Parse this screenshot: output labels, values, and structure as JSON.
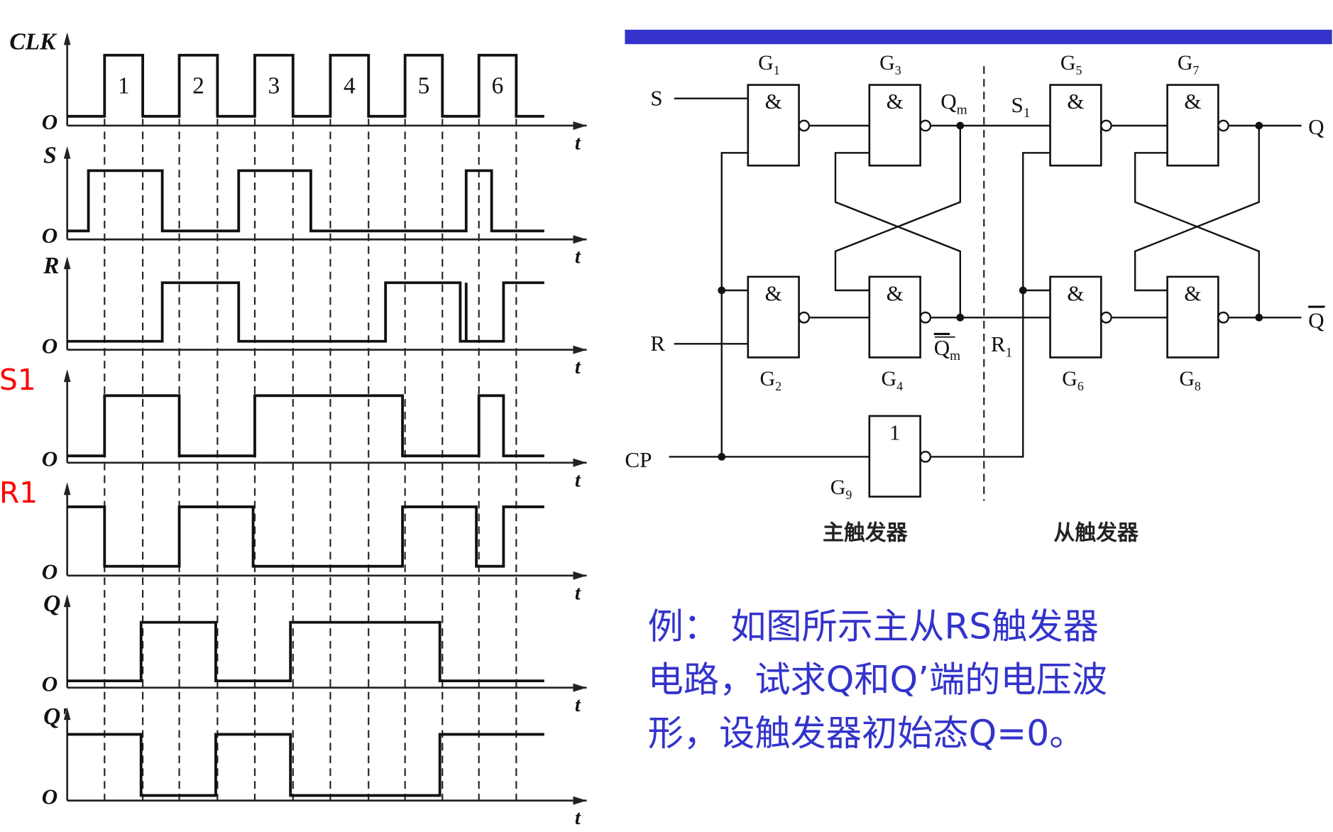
{
  "timing": {
    "clk_label": "CLK",
    "zero_label": "O",
    "t_label": "t",
    "pulse_numbers": [
      "1",
      "2",
      "3",
      "4",
      "5",
      "6"
    ],
    "end_time": 56.2,
    "signals": [
      {
        "name": "clk",
        "label": "CLK",
        "label_color": "#111111",
        "initial": 0,
        "transitions": [
          4.4,
          8.9,
          13.2,
          17.7,
          22.1,
          26.6,
          31.0,
          35.5,
          39.8,
          44.2,
          48.5,
          52.9
        ]
      },
      {
        "name": "s",
        "label": "S",
        "label_color": "#111111",
        "initial": 0,
        "transitions": [
          2.5,
          11.2,
          20.2,
          28.7,
          47.0,
          50.0
        ]
      },
      {
        "name": "r",
        "label": "R",
        "label_color": "#111111",
        "initial": 0,
        "transitions": [
          11.2,
          20.2,
          37.5,
          46.3,
          47.0,
          47.0,
          51.4
        ]
      },
      {
        "name": "s1",
        "label": "S1",
        "label_color": "#ff0000",
        "initial": 0,
        "transitions": [
          4.4,
          13.2,
          22.1,
          39.5,
          48.5,
          51.4
        ]
      },
      {
        "name": "r1",
        "label": "R1",
        "label_color": "#ff0000",
        "initial": 1,
        "transitions": [
          4.4,
          13.2,
          21.9,
          39.5,
          48.2,
          51.4
        ]
      },
      {
        "name": "q",
        "label": "Q",
        "label_color": "#111111",
        "initial": 0,
        "transitions": [
          8.7,
          17.5,
          26.3,
          43.9
        ]
      },
      {
        "name": "q-prime",
        "label": "Q'",
        "label_color": "#111111",
        "initial": 1,
        "transitions": [
          8.7,
          17.5,
          26.3,
          43.9
        ]
      }
    ]
  },
  "circuit": {
    "inputs": {
      "s": "S",
      "r": "R",
      "cp": "CP"
    },
    "outputs": {
      "q": "Q",
      "q_bar": "Q"
    },
    "nodes": {
      "qm": "Q",
      "qm_sub": "m",
      "qm_bar": "Q",
      "qm_bar_sub": "m",
      "s1": "S",
      "s1_sub": "1",
      "r1": "R",
      "r1_sub": "1"
    },
    "gates": [
      {
        "id": "G",
        "sub": "1",
        "symbol": "&"
      },
      {
        "id": "G",
        "sub": "2",
        "symbol": "&"
      },
      {
        "id": "G",
        "sub": "3",
        "symbol": "&"
      },
      {
        "id": "G",
        "sub": "4",
        "symbol": "&"
      },
      {
        "id": "G",
        "sub": "5",
        "symbol": "&"
      },
      {
        "id": "G",
        "sub": "6",
        "symbol": "&"
      },
      {
        "id": "G",
        "sub": "7",
        "symbol": "&"
      },
      {
        "id": "G",
        "sub": "8",
        "symbol": "&"
      },
      {
        "id": "G",
        "sub": "9",
        "symbol": "1"
      }
    ],
    "master_label": "主触发器",
    "slave_label": "从触发器"
  },
  "header_bar_color": "#3333cc",
  "problem": {
    "lines": [
      "例：  如图所示主从RS触发器",
      "电路，试求Q和Q’端的电压波",
      "形，设触发器初始态Q=0。"
    ],
    "color": "#3333cc"
  }
}
